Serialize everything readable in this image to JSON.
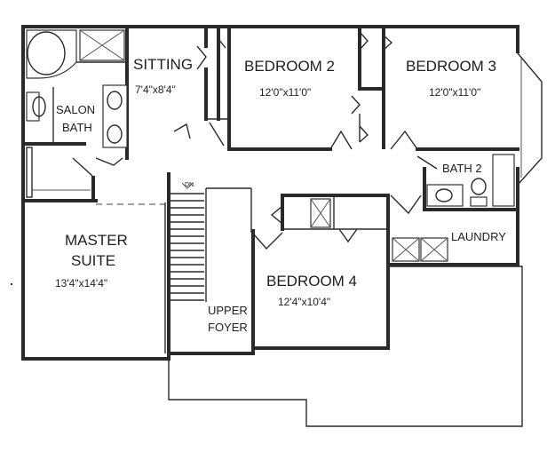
{
  "rooms": {
    "sitting": {
      "name": "SITTING",
      "dims": "7'4\"x8'4\""
    },
    "bedroom2": {
      "name": "BEDROOM 2",
      "dims": "12'0\"x11'0\""
    },
    "bedroom3": {
      "name": "BEDROOM 3",
      "dims": "12'0\"x11'0\""
    },
    "salon_bath": {
      "line1": "SALON",
      "line2": "BATH"
    },
    "bath2": {
      "name": "BATH 2"
    },
    "laundry": {
      "name": "LAUNDRY"
    },
    "master_suite": {
      "line1": "MASTER",
      "line2": "SUITE",
      "dims": "13'4\"x14'4\""
    },
    "bedroom4": {
      "name": "BEDROOM 4",
      "dims": "12'4\"x10'4\""
    },
    "upper_foyer": {
      "line1": "UPPER",
      "line2": "FOYER"
    }
  },
  "stairs": {
    "label": "DN."
  },
  "colors": {
    "ink": "#2a2a2a",
    "paper": "#ffffff"
  }
}
